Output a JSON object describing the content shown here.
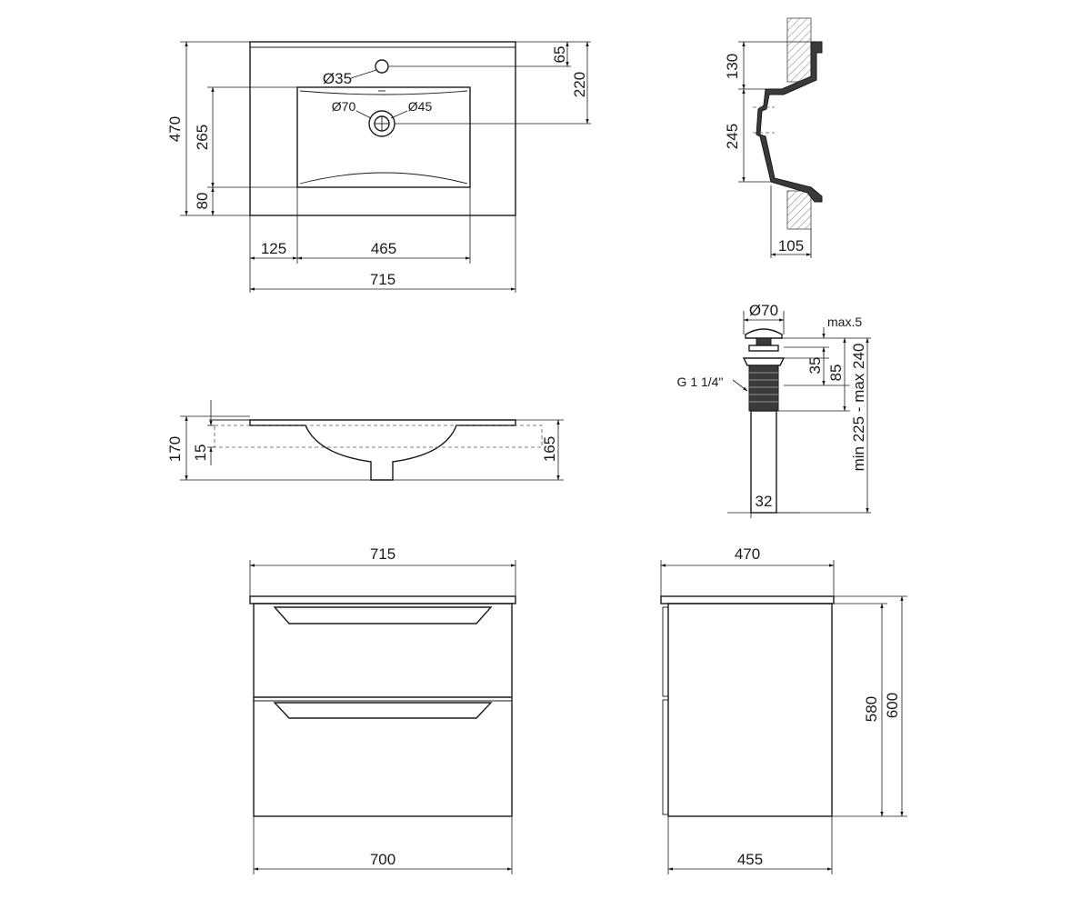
{
  "top_view": {
    "total_width": "715",
    "basin_offset": "125",
    "basin_width": "465",
    "total_depth": "470",
    "basin_depth": "265",
    "front_margin": "80",
    "tap_hole_offset": "65",
    "drain_offset": "220",
    "tap_hole_diameter": "Ø35",
    "drain_outer_diameter": "Ø70",
    "drain_inner_diameter": "Ø45"
  },
  "side_section": {
    "top_to_basin": "130",
    "basin_depth": "245",
    "width": "105"
  },
  "front_section": {
    "overall_height": "170",
    "rim_thickness": "15",
    "bowl_height": "165"
  },
  "drain": {
    "head_diameter": "Ø70",
    "max_gap": "max.5",
    "head_to_flange": "35",
    "body_length": "85",
    "total_length": "min 225 - max 240",
    "thread": "G 1 1/4\"",
    "pipe_diameter": "32"
  },
  "cabinet_front": {
    "top_width": "715",
    "body_width": "700"
  },
  "cabinet_side": {
    "top_depth": "470",
    "body_depth": "455",
    "body_height": "580",
    "total_height": "600"
  }
}
